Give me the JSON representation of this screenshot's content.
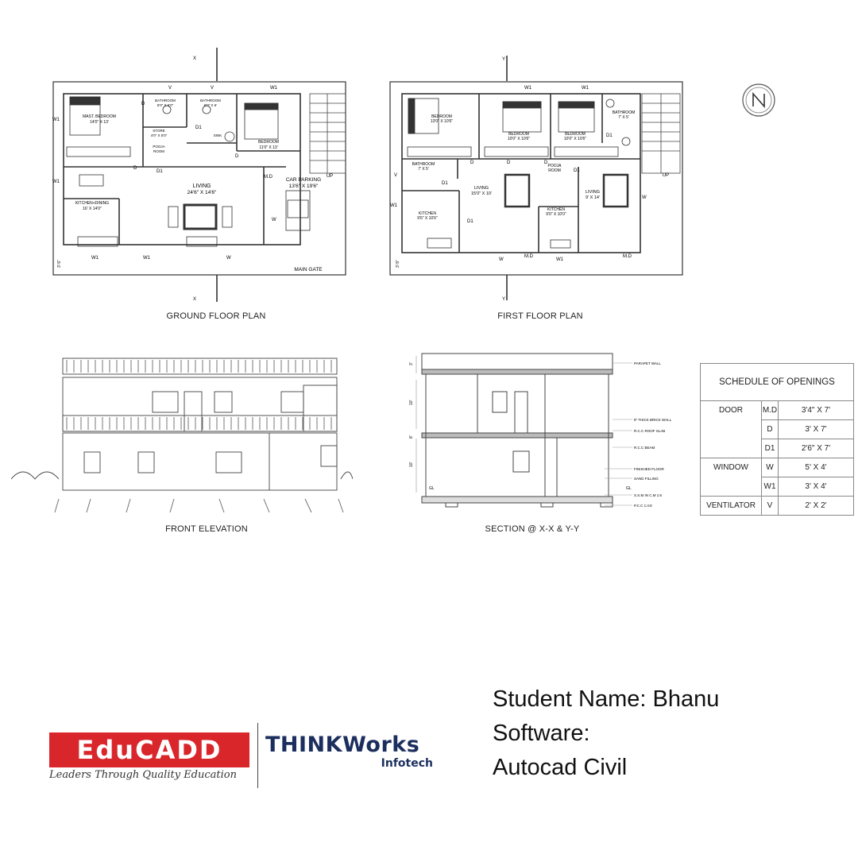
{
  "captions": {
    "ground": "GROUND FLOOR PLAN",
    "first": "FIRST FLOOR PLAN",
    "elevation": "FRONT ELEVATION",
    "section": "SECTION @ X-X & Y-Y"
  },
  "ground_plan": {
    "rooms": {
      "master_bedroom": "MAST. BEDROOM",
      "master_bedroom_size": "14'0\" X 13'",
      "bathroom1": "BATHROOM",
      "bathroom1_size": "5'0\" X 6'0\"",
      "bathroom2": "BATHROOM",
      "bathroom2_size": "6'0\" X 6'",
      "bedroom": "BEDROOM",
      "bedroom_size": "11'0\" X 13'",
      "store": "STORE",
      "store_size": "4'0\" X 5'0\"",
      "pooja": "POOJA",
      "pooja_room": "ROOM",
      "sink": "SINK",
      "living": "LIVING",
      "living_size": "24'6\" X 14'6\"",
      "car_parking": "CAR PARKING",
      "car_parking_size": "13'6\" X 19'6\"",
      "kitchen": "KITCHEN+DINING",
      "kitchen_size": "16' X 14'0\"",
      "main_gate": "MAIN GATE",
      "up": "UP",
      "dim": "3'-5\""
    },
    "section_marks": {
      "top": "X",
      "bottom": "X"
    }
  },
  "first_plan": {
    "rooms": {
      "bedroom1": "BEDROOM",
      "bedroom1_size": "13'0\" X 10'6\"",
      "bedroom2": "BEDROOM",
      "bedroom2_size": "10'0\" X 10'6\"",
      "bedroom3": "BEDROOM",
      "bedroom3_size": "10'0\" X 10'6\"",
      "bathroom1": "BATHROOM",
      "bathroom1_size": "7' X 5'",
      "bathroom2": "BATHROOM",
      "bathroom2_size": "7' X 5'",
      "pooja": "POOJA",
      "pooja_room": "ROOM",
      "living1": "LIVING",
      "living1_size": "15'0\" X 10'",
      "living2": "LIVING",
      "living2_size": "9' X 14'",
      "kitchen1": "KITCHEN",
      "kitchen1_size": "9'6\" X 10'6\"",
      "kitchen2": "KITCHEN",
      "kitchen2_size": "9'0\" X 10'0\"",
      "up": "UP",
      "dim": "3'-5\""
    },
    "section_marks": {
      "top": "Y",
      "bottom": "Y"
    }
  },
  "opening_labels": {
    "v": "V",
    "w": "W",
    "w1": "W1",
    "d": "D",
    "d1": "D1",
    "md": "M.D"
  },
  "section_labels": {
    "parapet": "PARAPET WALL",
    "brick_wall": "9\" THICK BRICK WALL",
    "rcc_slab": "R.C.C ROOF SLAB",
    "rcc_beam": "R.C.C BEAM",
    "finished_floor": "FINISHED FLOOR",
    "sand_filling": "SAND FILLING",
    "gl": "GL",
    "ssm": "S.S.M IN C.M 1:6",
    "pcc": "P.C.C 1:4:8",
    "h1": "3'",
    "h2": "10'",
    "h3": "10'",
    "h4": "8'"
  },
  "schedule": {
    "title": "SCHEDULE OF OPENINGS",
    "rows": [
      {
        "category": "DOOR",
        "code": "M.D",
        "size": "3'4\" X 7'"
      },
      {
        "category": "",
        "code": "D",
        "size": "3' X 7'"
      },
      {
        "category": "",
        "code": "D1",
        "size": "2'6\" X 7'"
      },
      {
        "category": "WINDOW",
        "code": "W",
        "size": "5' X 4'"
      },
      {
        "category": "",
        "code": "W1",
        "size": "3' X 4'"
      },
      {
        "category": "VENTILATOR",
        "code": "V",
        "size": "2' X 2'"
      }
    ]
  },
  "student": {
    "name_line": "Student Name: Bhanu",
    "software_line": "Software:",
    "software_value": "Autocad Civil"
  },
  "logos": {
    "educadd": "EduCADD",
    "educadd_tagline": "Leaders Through Quality Education",
    "thinkworks": "THINKWorks",
    "thinkworks_sub": "Infotech"
  },
  "colors": {
    "educadd_red": "#d9262b",
    "thinkworks_navy": "#1b2e5e",
    "line": "#333333"
  },
  "icons": [
    "north-arrow-icon"
  ]
}
